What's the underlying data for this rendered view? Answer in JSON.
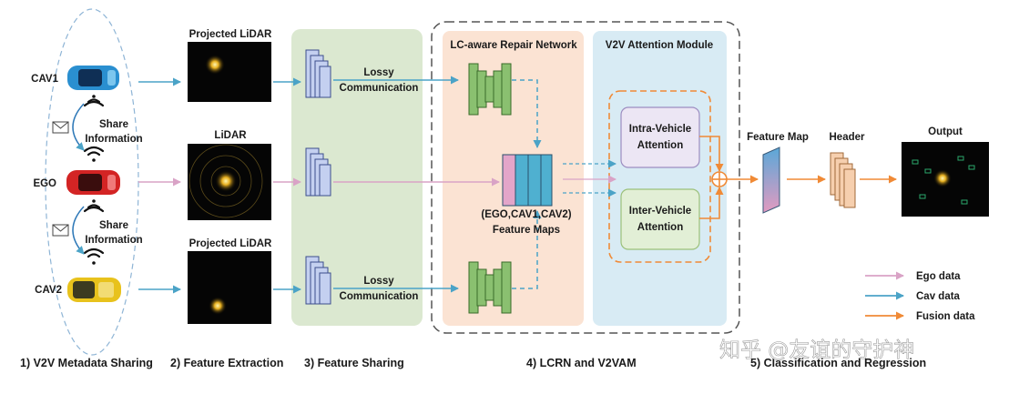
{
  "agents": {
    "cav1": "CAV1",
    "ego": "EGO",
    "cav2": "CAV2",
    "share_info_1": [
      "Share",
      "Information"
    ],
    "share_info_2": [
      "Share",
      "Information"
    ]
  },
  "inputs": {
    "top": "Projected LiDAR",
    "middle": "LiDAR",
    "bottom": "Projected LiDAR"
  },
  "sharing": {
    "top": [
      "Lossy",
      "Communication"
    ],
    "bottom": [
      "Lossy",
      "Communication"
    ]
  },
  "repair": {
    "title": "LC-aware Repair Network",
    "feature_maps": [
      "(EGO,CAV1,CAV2)",
      "Feature Maps"
    ]
  },
  "attention": {
    "title": "V2V Attention Module",
    "intra": [
      "Intra-Vehicle",
      "Attention"
    ],
    "inter": [
      "Inter-Vehicle",
      "Attention"
    ]
  },
  "output_stage": {
    "feature_map": "Feature Map",
    "header": "Header",
    "output": "Output"
  },
  "legend": [
    "Ego data",
    "Cav data",
    "Fusion data"
  ],
  "steps": [
    "1) V2V Metadata Sharing",
    "2) Feature Extraction",
    "3) Feature Sharing",
    "4) LCRN and V2VAM",
    "5) Classification and Regression"
  ],
  "watermark": "知乎 @友谊的守护神",
  "colors": {
    "ego": "#d9a3c6",
    "cav": "#4ba3c7",
    "fusion": "#f08a36",
    "green_panel": "#dbe8d0",
    "orange_panel": "#fbe3d3",
    "blue_panel": "#d8ebf4"
  }
}
